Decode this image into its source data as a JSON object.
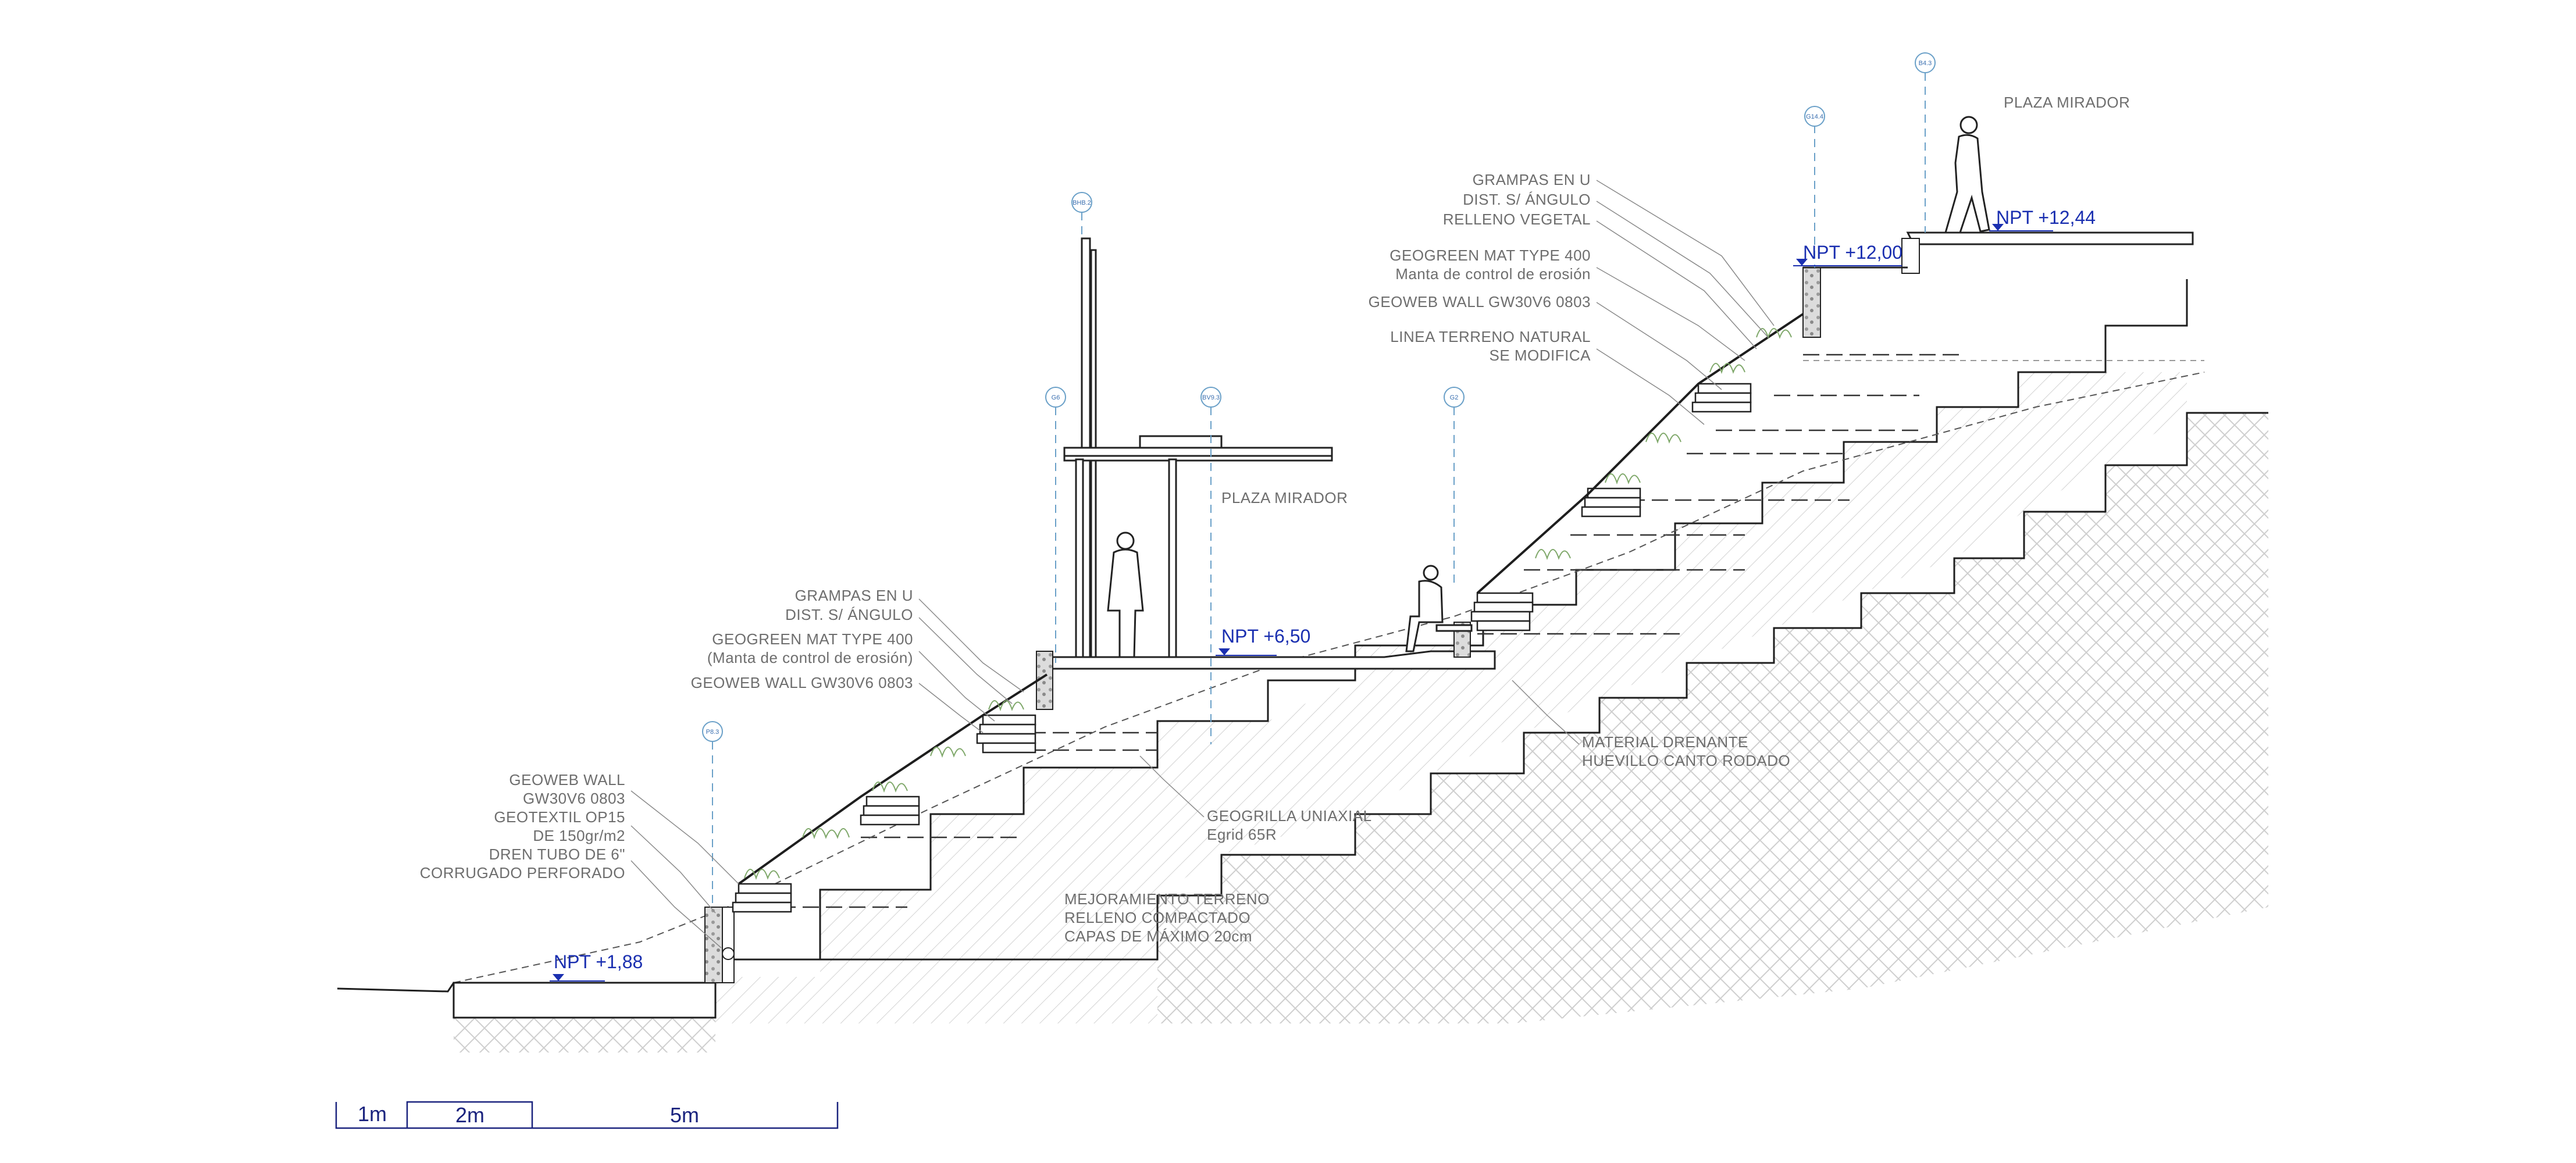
{
  "section": {
    "levels": {
      "npt_1": "NPT +1,88",
      "npt_2": "NPT +6,50",
      "npt_3": "NPT +12,00",
      "npt_4": "NPT +12,44"
    },
    "labels": {
      "plaza_mirador_top": "PLAZA MIRADOR",
      "plaza_mirador_mid": "PLAZA MIRADOR",
      "upper_grampas": [
        "GRAMPAS EN U",
        "DIST. S/ ÁNGULO",
        "RELLENO VEGETAL"
      ],
      "upper_geogreen": [
        "GEOGREEN MAT TYPE 400",
        "Manta de control de erosión"
      ],
      "upper_geoweb": [
        "GEOWEB WALL GW30V6 0803"
      ],
      "upper_linea": [
        "LINEA TERRENO NATURAL",
        "SE MODIFICA"
      ],
      "mid_grampas": [
        "GRAMPAS EN U",
        "DIST. S/ ÁNGULO"
      ],
      "mid_geogreen": [
        "GEOGREEN MAT TYPE 400",
        "(Manta de control de erosión)"
      ],
      "mid_geoweb": [
        "GEOWEB WALL GW30V6 0803"
      ],
      "low_notes": [
        "GEOWEB WALL",
        "GW30V6 0803",
        "GEOTEXTIL OP15",
        "DE 150gr/m2",
        "DREN TUBO DE 6\"",
        "CORRUGADO PERFORADO"
      ],
      "material_drenante": [
        "MATERIAL DRENANTE",
        "HUEVILLO CANTO RODADO"
      ],
      "geogrilla": [
        "GEOGRILLA UNIAXIAL",
        "Egrid 65R"
      ],
      "mejoramiento": [
        "MEJORAMIENTO TERRENO",
        "RELLENO COMPACTADO",
        "CAPAS DE MÁXIMO 20cm"
      ]
    },
    "tags": [
      "B4.3",
      "G14.4",
      "BHB.2",
      "G6",
      "BV9.3",
      "G2",
      "P8.3"
    ]
  },
  "scale_bar": {
    "labels": [
      "1m",
      "2m",
      "5m"
    ]
  }
}
